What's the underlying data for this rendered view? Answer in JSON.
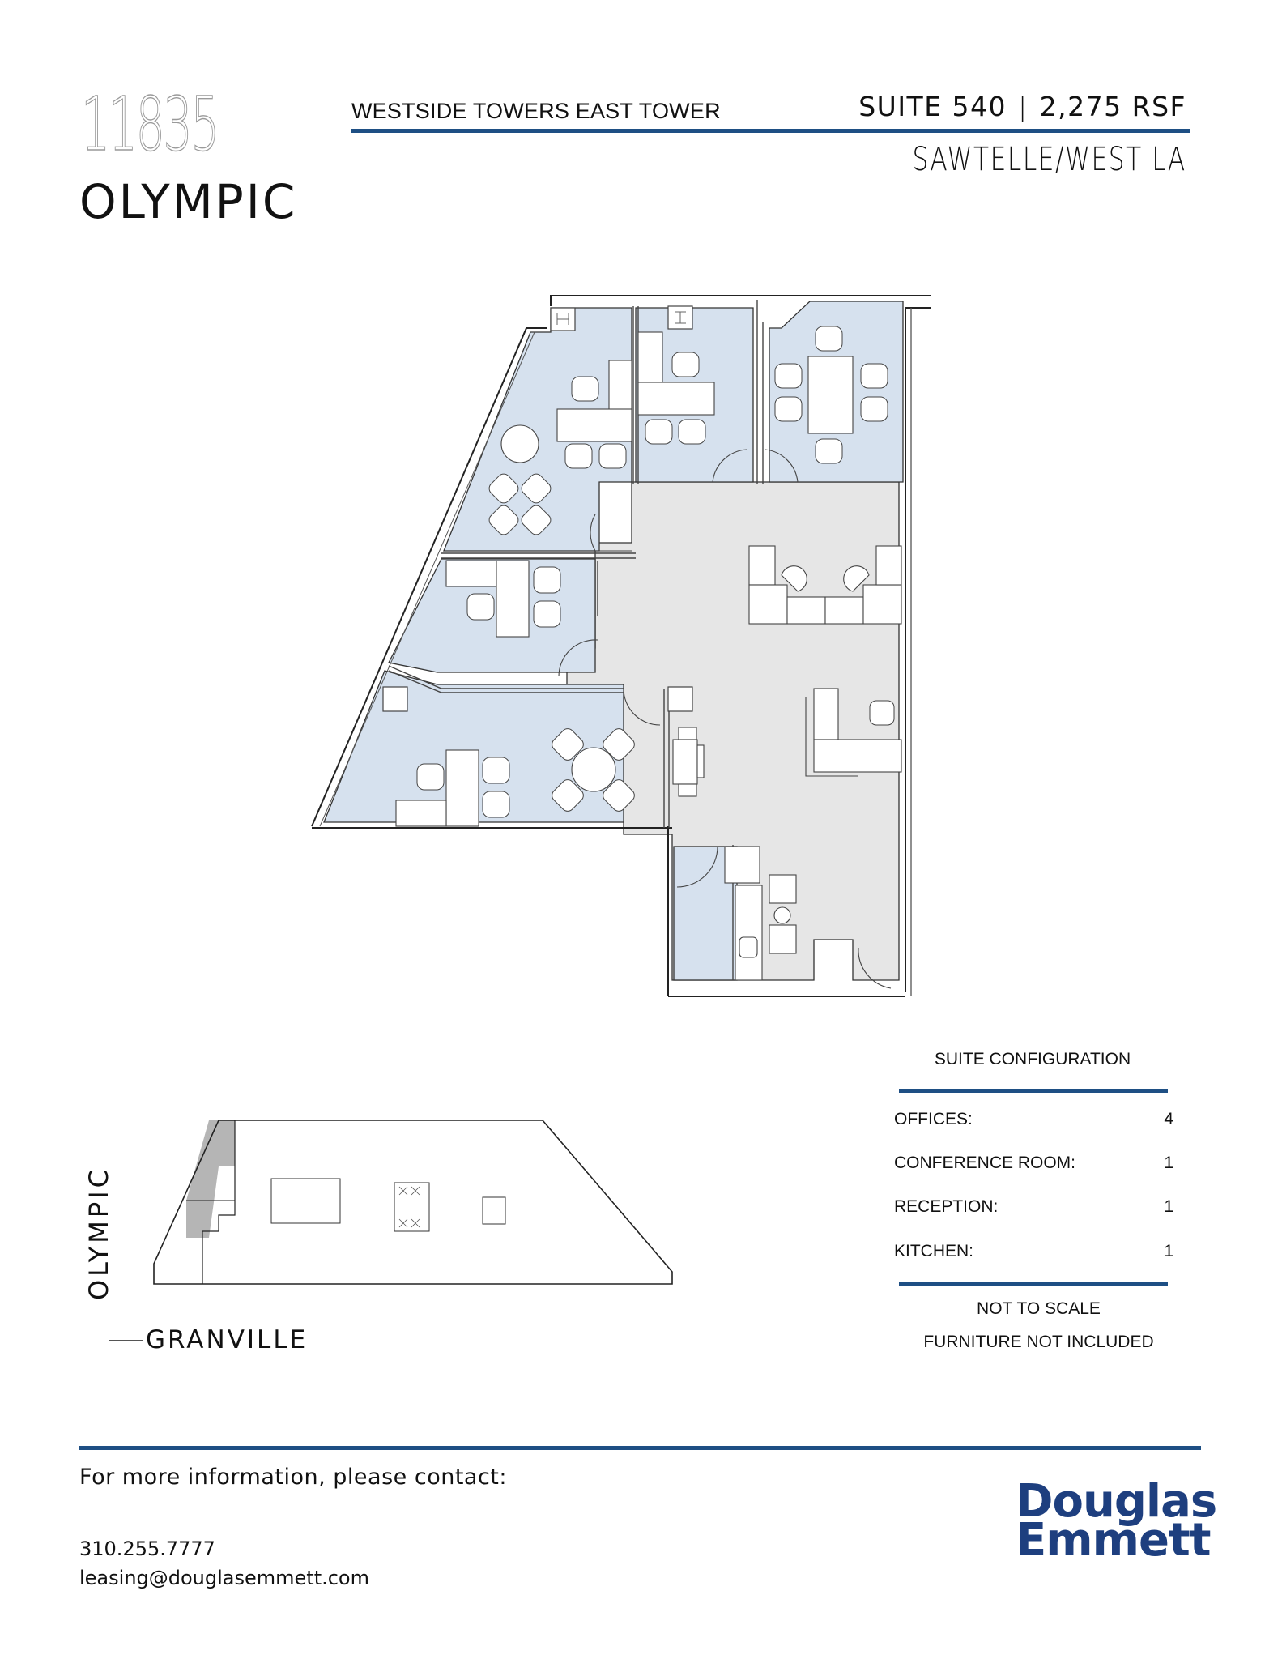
{
  "header": {
    "address_number": "11835",
    "street_name": "OLYMPIC",
    "building_name": "WESTSIDE TOWERS EAST TOWER",
    "suite": "SUITE 540",
    "separator": "|",
    "area": "2,275 RSF",
    "submarket": "SAWTELLE/WEST LA"
  },
  "keyplan": {
    "street_vertical": "OLYMPIC",
    "street_horizontal": "GRANVILLE"
  },
  "suite_configuration": {
    "title": "SUITE CONFIGURATION",
    "rows": [
      {
        "label": "OFFICES:",
        "value": "4"
      },
      {
        "label": "CONFERENCE ROOM:",
        "value": "1"
      },
      {
        "label": "RECEPTION:",
        "value": "1"
      },
      {
        "label": "KITCHEN:",
        "value": "1"
      }
    ],
    "notes": [
      "NOT TO SCALE",
      "FURNITURE NOT INCLUDED"
    ]
  },
  "footer": {
    "contact_heading": "For more information, please contact:",
    "phone": "310.255.7777",
    "email": "leasing@douglasemmett.com",
    "logo_line1": "Douglas",
    "logo_line2": "Emmett"
  },
  "colors": {
    "accent_rule": "#1e4f84",
    "office_fill": "#d6e1ee",
    "common_fill": "#e6e6e6",
    "keyplan_highlight": "#b5b5b5",
    "logo": "#1e3f7f"
  }
}
